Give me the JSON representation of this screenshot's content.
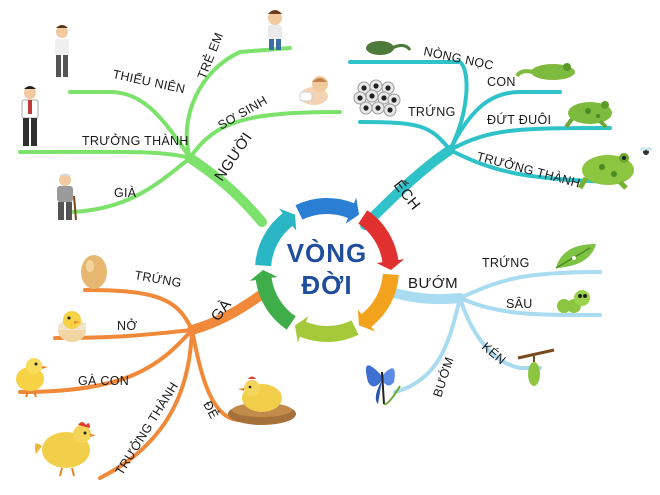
{
  "center": {
    "line1": "VÒNG",
    "line2": "ĐỜI"
  },
  "branches": {
    "nguoi": {
      "label": "NGƯỜI",
      "color": "#7de26b",
      "children": [
        "TRẺ EM",
        "SƠ SINH",
        "THIẾU NIÊN",
        "TRƯỞNG THÀNH",
        "GIÀ"
      ]
    },
    "ech": {
      "label": "ẾCH",
      "color": "#2fc3c9",
      "children": [
        "NÒNG NỌC",
        "CON",
        "TRỨNG",
        "ĐỨT ĐUÔI",
        "TRƯỞNG THÀNH"
      ]
    },
    "buom": {
      "label": "BƯỚM",
      "color": "#a9dcf0",
      "children": [
        "TRỨNG",
        "SÂU",
        "KÉN",
        "BƯỚM"
      ]
    },
    "ga": {
      "label": "GÀ",
      "color": "#f08a3a",
      "children": [
        "TRỨNG",
        "NỞ",
        "GÀ CON",
        "ĐẺ",
        "TRƯỞNG THÀNH"
      ]
    }
  },
  "cycle_colors": [
    "#2a7fd4",
    "#e0302f",
    "#f2a21c",
    "#a6c93a",
    "#3fae4a",
    "#2ab6c5"
  ],
  "icons": [
    "child-icon",
    "baby-icon",
    "teen-boy-icon",
    "man-icon",
    "old-man-icon",
    "frog-eggs-icon",
    "tadpole-icon",
    "froglet-icon",
    "frog-legs-icon",
    "adult-frog-icon",
    "leaf-eggs-icon",
    "caterpillar-icon",
    "cocoon-icon",
    "butterfly-icon",
    "fly-icon",
    "egg-icon",
    "hatching-chick-icon",
    "chick-icon",
    "hen-icon",
    "nest-hen-icon"
  ]
}
